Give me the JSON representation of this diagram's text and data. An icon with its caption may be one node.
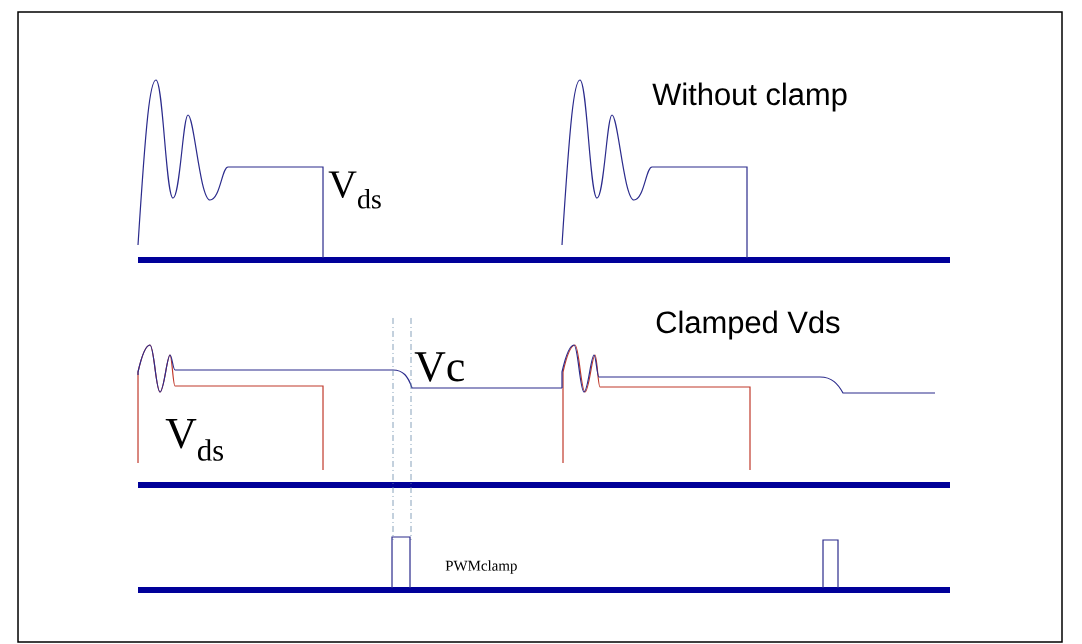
{
  "diagram": {
    "labels": [
      "Without clamp",
      "V$_{ds}$",
      "Clamped Vds",
      "Vc",
      "V$_{ds}$",
      "PWMclamp"
    ]
  }
}
